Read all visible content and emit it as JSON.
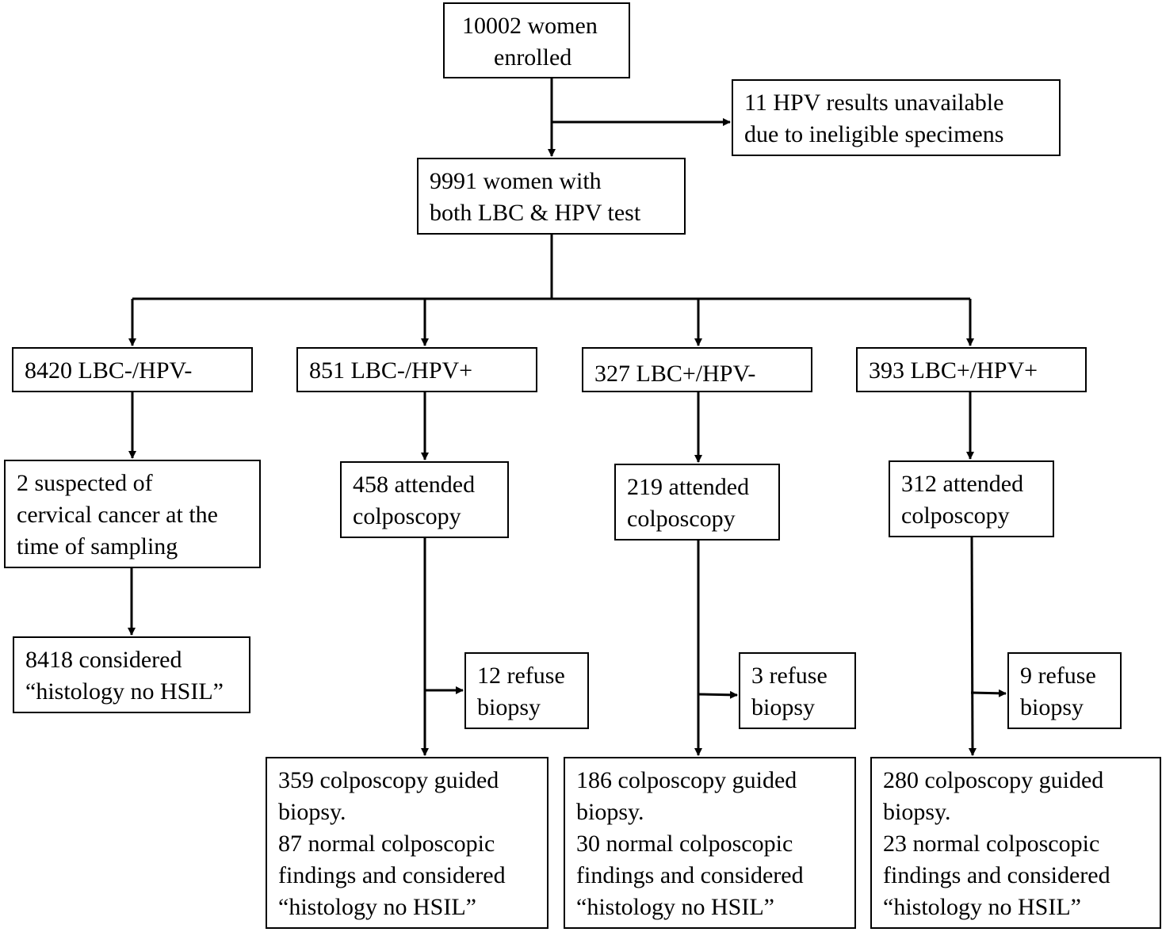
{
  "flowchart": {
    "enrolled": [
      "10002 women",
      "enrolled"
    ],
    "excluded": [
      "11 HPV results unavailable",
      "due to ineligible specimens"
    ],
    "tested": [
      "9991 women with",
      "both  LBC & HPV test"
    ],
    "groups": {
      "neg_neg": {
        "label": [
          "8420 LBC-/HPV-"
        ],
        "suspected": [
          "2 suspected of",
          "cervical cancer at the",
          "time of sampling"
        ],
        "considered": [
          "8418 considered",
          "“histology no HSIL”"
        ]
      },
      "neg_pos": {
        "label": [
          "851 LBC-/HPV+"
        ],
        "attended": [
          "458 attended",
          "colposcopy"
        ],
        "refuse": [
          "12 refuse",
          "biopsy"
        ],
        "outcome": [
          "359 colposcopy guided",
          "biopsy.",
          "87 normal colposcopic",
          "findings and considered",
          "“histology no HSIL”"
        ]
      },
      "pos_neg": {
        "label": [
          "327 LBC+/HPV-"
        ],
        "attended": [
          "219 attended",
          "colposcopy"
        ],
        "refuse": [
          "3 refuse",
          "biopsy"
        ],
        "outcome": [
          "186 colposcopy guided",
          "biopsy.",
          "30 normal colposcopic",
          "findings and considered",
          "“histology no HSIL”"
        ]
      },
      "pos_pos": {
        "label": [
          "393 LBC+/HPV+"
        ],
        "attended": [
          "312 attended",
          "colposcopy"
        ],
        "refuse": [
          "9 refuse",
          "biopsy"
        ],
        "outcome": [
          "280 colposcopy guided",
          "biopsy.",
          "23 normal colposcopic",
          "findings and considered",
          "“histology no HSIL”"
        ]
      }
    }
  }
}
